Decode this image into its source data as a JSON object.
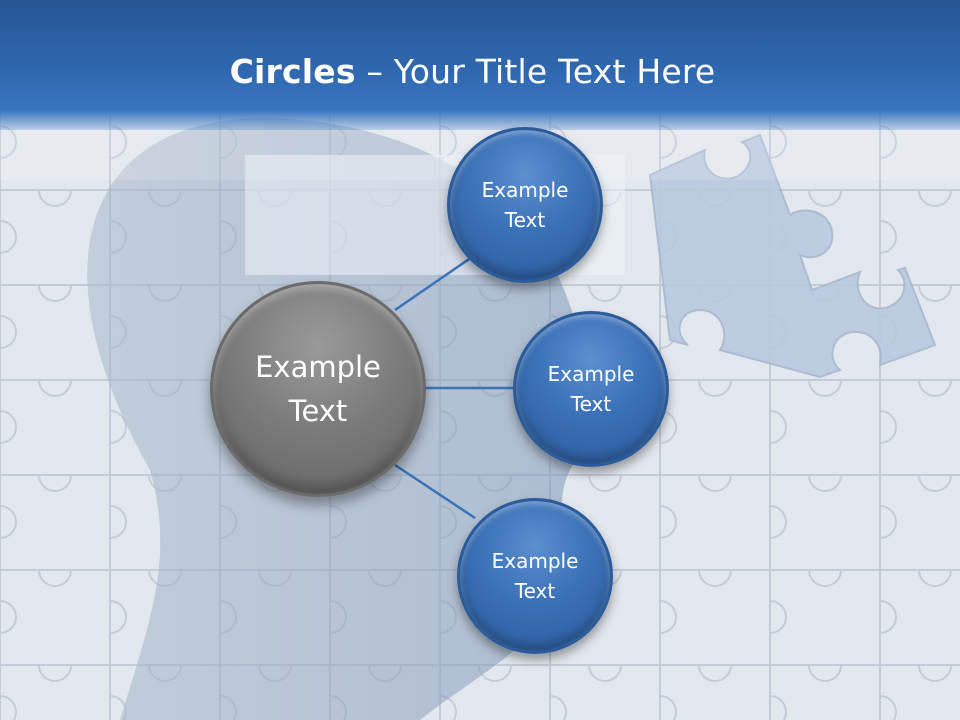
{
  "title": {
    "bold": "Circles",
    "rest": " – Your Title Text Here"
  },
  "center": {
    "line1": "Example",
    "line2": "Text"
  },
  "nodes": [
    {
      "line1": "Example",
      "line2": "Text"
    },
    {
      "line1": "Example",
      "line2": "Text"
    },
    {
      "line1": "Example",
      "line2": "Text"
    }
  ],
  "colors": {
    "band": "#2f68b0",
    "node": "#3a70b6",
    "center": "#7c7c7c",
    "connector": "#3b73b9"
  }
}
